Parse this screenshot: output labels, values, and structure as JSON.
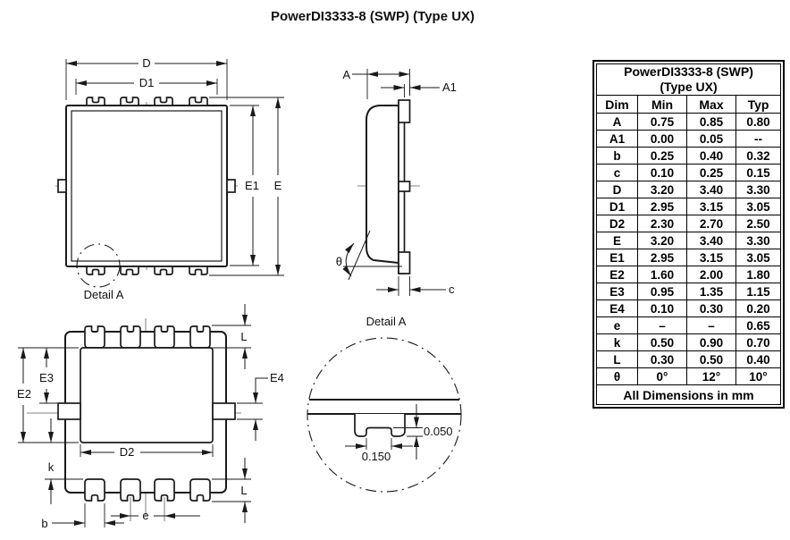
{
  "page_title": "PowerDI3333-8 (SWP) (Type UX)",
  "top_view": {
    "d": "D",
    "d1": "D1",
    "e1": "E1",
    "e": "E",
    "detail_label": "Detail A"
  },
  "side_view": {
    "a": "A",
    "a1": "A1",
    "theta": "θ",
    "c": "c"
  },
  "bottom_view": {
    "e2": "E2",
    "e3": "E3",
    "e4": "E4",
    "d2": "D2",
    "k": "k",
    "b": "b",
    "e": "e",
    "l_top": "L",
    "l_bottom": "L"
  },
  "detail_view": {
    "title": "Detail A",
    "depth": "0.050",
    "width": "0.150"
  },
  "table": {
    "title_line1": "PowerDI3333-8 (SWP)",
    "title_line2": "(Type UX)",
    "columns": [
      "Dim",
      "Min",
      "Max",
      "Typ"
    ],
    "rows": [
      [
        "A",
        "0.75",
        "0.85",
        "0.80"
      ],
      [
        "A1",
        "0.00",
        "0.05",
        "--"
      ],
      [
        "b",
        "0.25",
        "0.40",
        "0.32"
      ],
      [
        "c",
        "0.10",
        "0.25",
        "0.15"
      ],
      [
        "D",
        "3.20",
        "3.40",
        "3.30"
      ],
      [
        "D1",
        "2.95",
        "3.15",
        "3.05"
      ],
      [
        "D2",
        "2.30",
        "2.70",
        "2.50"
      ],
      [
        "E",
        "3.20",
        "3.40",
        "3.30"
      ],
      [
        "E1",
        "2.95",
        "3.15",
        "3.05"
      ],
      [
        "E2",
        "1.60",
        "2.00",
        "1.80"
      ],
      [
        "E3",
        "0.95",
        "1.35",
        "1.15"
      ],
      [
        "E4",
        "0.10",
        "0.30",
        "0.20"
      ],
      [
        "e",
        "–",
        "–",
        "0.65"
      ],
      [
        "k",
        "0.50",
        "0.90",
        "0.70"
      ],
      [
        "L",
        "0.30",
        "0.50",
        "0.40"
      ],
      [
        "θ",
        "0°",
        "12°",
        "10°"
      ]
    ],
    "footer": "All Dimensions in mm"
  },
  "colors": {
    "line": "#1a1a1a",
    "centerline": "#5a5a5a",
    "background": "#ffffff"
  }
}
